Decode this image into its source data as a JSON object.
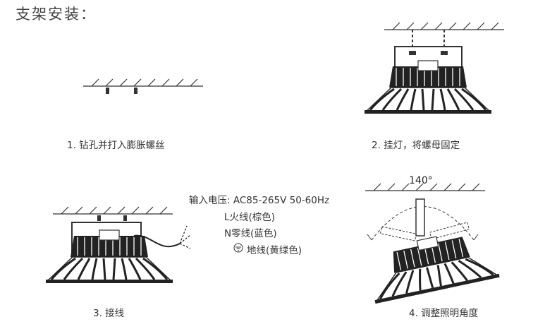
{
  "title": "支架安装：",
  "steps": [
    {
      "caption": "1. 钻孔并打入膨胀螺丝"
    },
    {
      "caption": "2. 挂灯，将螺母固定"
    },
    {
      "caption": "3. 接线"
    },
    {
      "caption": "4. 调整照明角度"
    }
  ],
  "wiring": {
    "voltage": "输入电压: AC85-265V 50-60Hz",
    "live": "L火线(棕色)",
    "neutral": "N零线(蓝色)",
    "ground": "地线(黄绿色)"
  },
  "angle_label": "140°"
}
